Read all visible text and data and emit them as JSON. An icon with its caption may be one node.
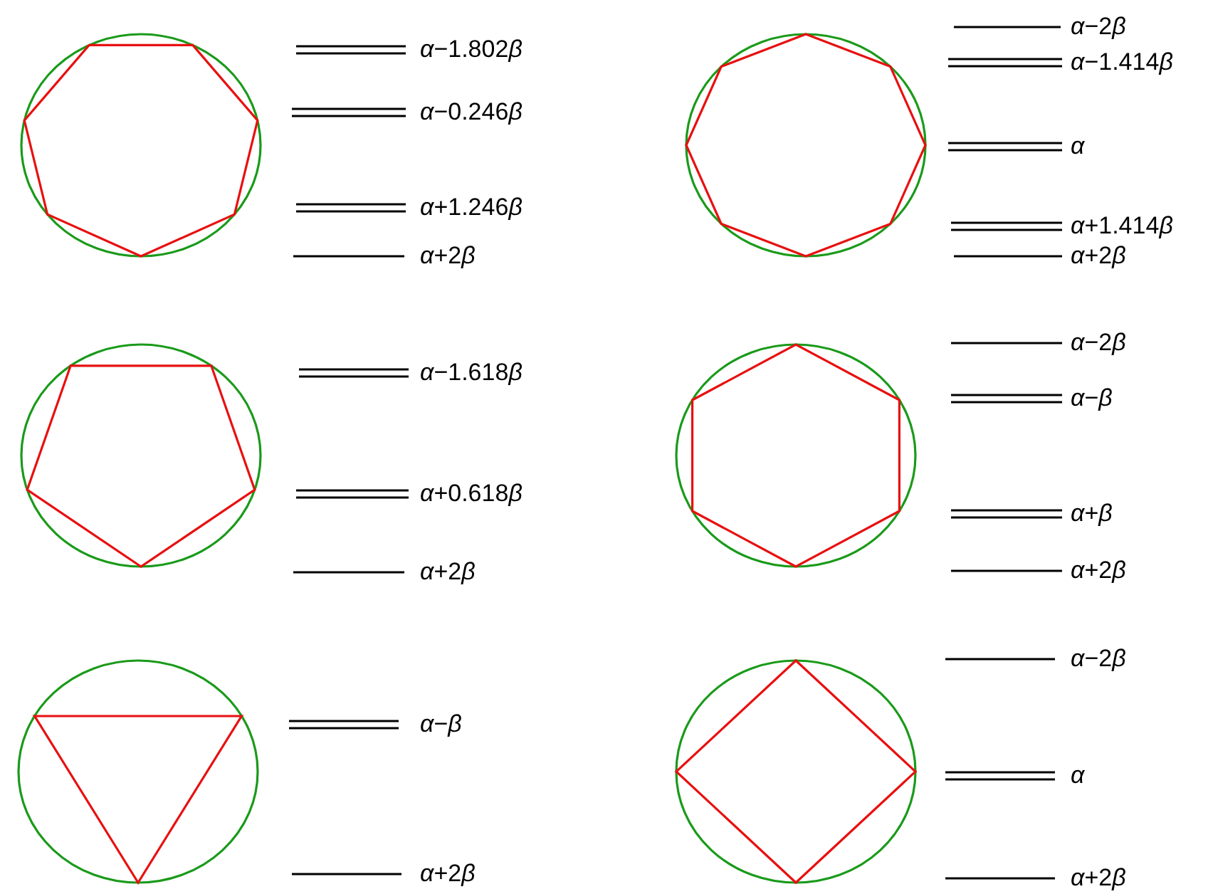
{
  "diagram": {
    "labels": [
      "α−1.802β",
      "α−0.246β",
      "α+1.246β",
      "α+2β",
      "α−2β",
      "α−1.414β",
      "α",
      "α+1.414β",
      "α+2β",
      "α−1.618β",
      "α+0.618β",
      "α+2β",
      "α−2β",
      "α−β",
      "α+β",
      "α+2β",
      "α−β",
      "α+2β",
      "α−2β",
      "α",
      "α+2β"
    ]
  }
}
